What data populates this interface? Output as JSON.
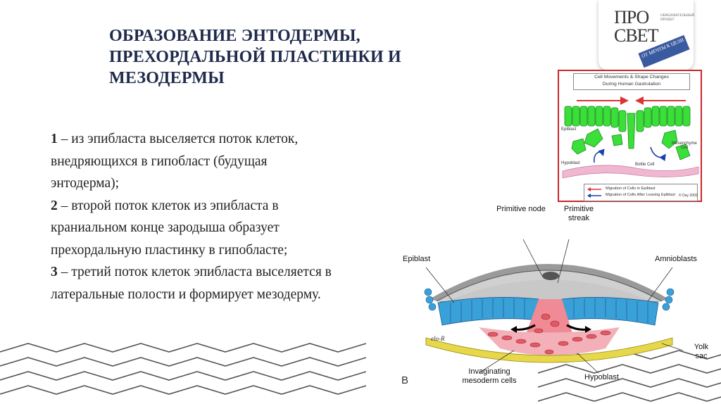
{
  "title": {
    "line1": "ОБРАЗОВАНИЕ ЭНТОДЕРМЫ,",
    "line2": "ПРЕХОРДАЛЬНОЙ ПЛАСТИНКИ И",
    "line3": "МЕЗОДЕРМЫ"
  },
  "items": [
    {
      "num": "1",
      "text": " – из эпибласта выселяется поток клеток, внедряющихся в гипобласт (будущая энтодерма);"
    },
    {
      "num": "2",
      "text": " – второй поток клеток из эпибласта в краниальном конце зародыша образует прехордальную пластинку в гипобласте;"
    },
    {
      "num": "3",
      "text": " – третий поток клеток эпибласта выселяется в латеральные полости и формирует мезодерму."
    }
  ],
  "logo": {
    "line1": "ПРО",
    "line2": "СВЕТ",
    "ribbon": "ОТ МЕЧТЫ К ЦЕЛИ",
    "small": "ОБРАЗОВАТЕЛЬНЫЙ ПРОЕКТ"
  },
  "inset": {
    "title_line1": "Cell Movements & Shape Changes",
    "title_line2": "During Human Gastrulation",
    "epiblast": "Epiblast",
    "hypoblast": "Hypoblast",
    "bottle_cell": "Bottle Cell",
    "mesenchyme_cell": "Mesenchyme Cell",
    "legend1": "Migration of Cells in Epiblast",
    "legend2": "Migration of Cells After Leaving Epiblast",
    "credit": "© Day 2000"
  },
  "figure": {
    "primitive_node": "Primitive node",
    "primitive_streak": "Primitive streak",
    "epiblast": "Epiblast",
    "amnioblasts": "Amnioblasts",
    "yolk_sac": "Yolk sac",
    "invaginating": "Invaginating mesoderm cells",
    "hypoblast": "Hypoblast",
    "letter": "B",
    "signature": "elo-R"
  },
  "colors": {
    "title": "#1f2a4c",
    "epiblast": "#3aa0d8",
    "mesoderm": "#e05a66",
    "hypoblast": "#e6d84a",
    "inset_border": "#c8262c",
    "cell_green": "#3adf3a"
  }
}
